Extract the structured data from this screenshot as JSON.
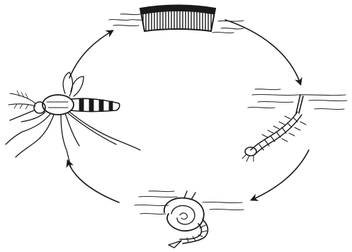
{
  "diagram": {
    "type": "cycle",
    "stages": [
      {
        "id": "eggs",
        "position": "top",
        "icon": "egg-raft-icon"
      },
      {
        "id": "larva",
        "position": "right",
        "icon": "larva-icon"
      },
      {
        "id": "pupa",
        "position": "bottom",
        "icon": "pupa-icon"
      },
      {
        "id": "adult",
        "position": "left",
        "icon": "adult-mosquito-icon"
      }
    ],
    "flow": [
      "eggs",
      "larva",
      "pupa",
      "adult",
      "eggs"
    ],
    "direction": "clockwise",
    "style": {
      "ink_color": "#1a1a1a",
      "background_color": "#ffffff"
    }
  }
}
